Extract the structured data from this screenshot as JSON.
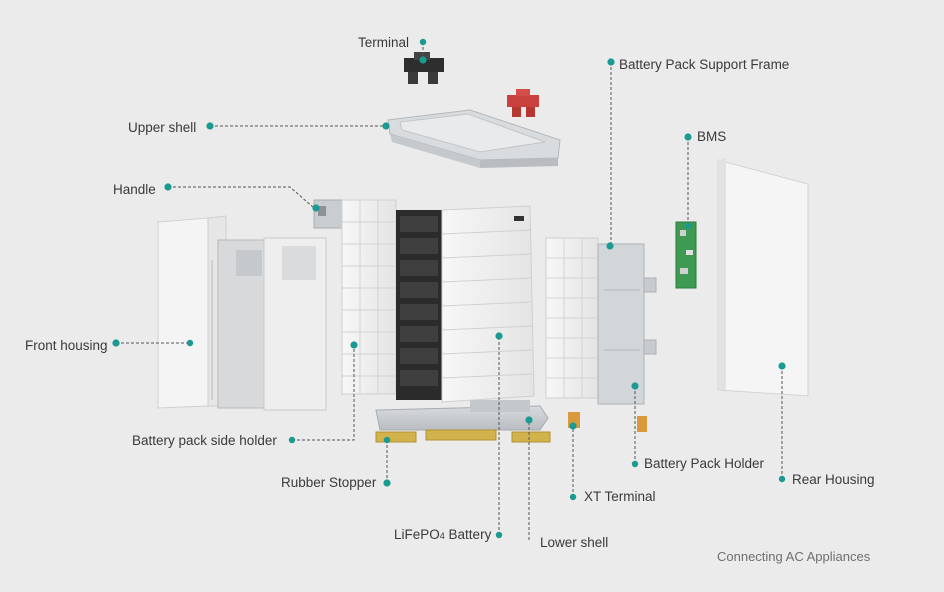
{
  "labels": {
    "terminal": "Terminal",
    "support_frame": "Battery Pack Support Frame",
    "upper_shell": "Upper shell",
    "bms": "BMS",
    "handle": "Handle",
    "front_housing": "Front housing",
    "side_holder": "Battery pack side holder",
    "rubber_stopper": "Rubber Stopper",
    "lifepo4_prefix": "LiFePO",
    "lifepo4_sub": "4",
    "lifepo4_suffix": " Battery",
    "lower_shell": "Lower shell",
    "xt_terminal": "XT Terminal",
    "pack_holder": "Battery Pack Holder",
    "rear_housing": "Rear Housing"
  },
  "caption": "Connecting AC Appliances",
  "colors": {
    "background": "#ebebeb",
    "dot": "#1a9a91",
    "leader": "#555555",
    "label_text": "#3a3a3a",
    "terminal_red": "#c8413c",
    "bms_board": "#3e9a52",
    "rubber": "#d2b24a",
    "xt": "#d89a3c"
  }
}
